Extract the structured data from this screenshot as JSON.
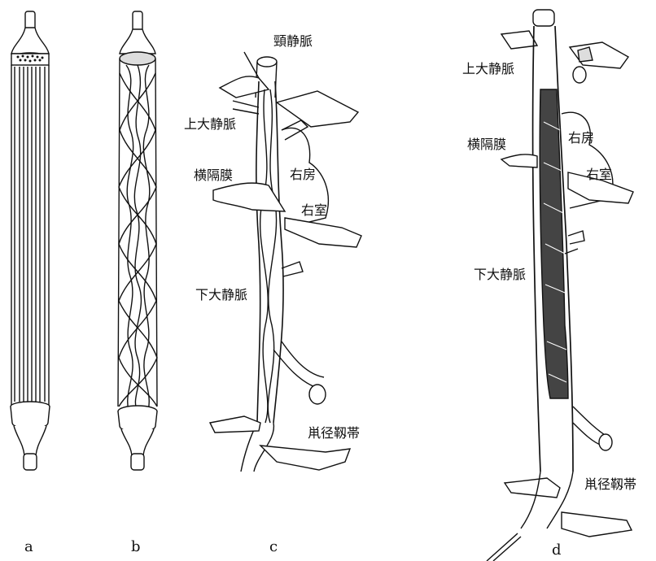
{
  "panels": {
    "a": "a",
    "b": "b",
    "c": "c",
    "d": "d"
  },
  "labels_c": {
    "jugular_vein": "頸静脈",
    "superior_vena_cava": "上大静脈",
    "diaphragm": "横隔膜",
    "right_atrium": "右房",
    "right_ventricle": "右室",
    "inferior_vena_cava": "下大静脈",
    "inguinal_ligament": "鼡径靱帯"
  },
  "labels_d": {
    "superior_vena_cava": "上大静脈",
    "right_atrium": "右房",
    "diaphragm": "横隔膜",
    "right_ventricle": "右室",
    "inferior_vena_cava": "下大静脈",
    "inguinal_ligament": "鼡径靱帯"
  }
}
